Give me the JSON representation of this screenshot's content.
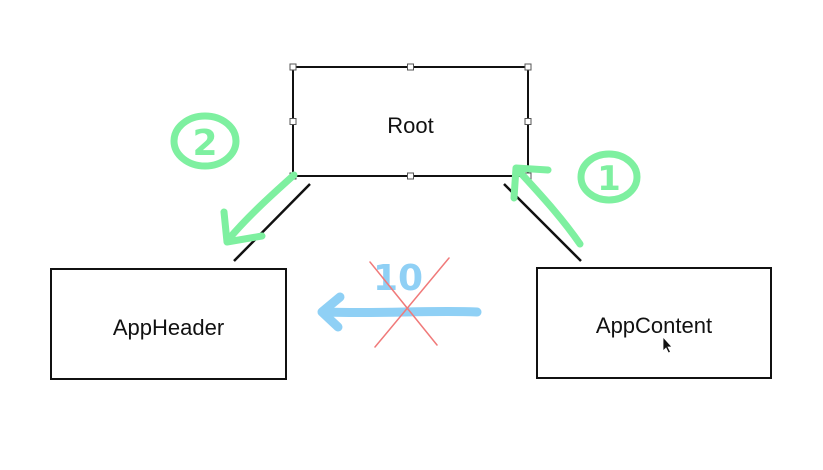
{
  "diagram": {
    "nodes": {
      "root": {
        "label": "Root"
      },
      "app_header": {
        "label": "AppHeader"
      },
      "app_content": {
        "label": "AppContent"
      }
    },
    "annotations": {
      "step_2": "2",
      "step_1": "1",
      "step_10": "10"
    }
  },
  "colors": {
    "ink": "#111111",
    "green_marker": "#7ef0a0",
    "blue_marker": "#8fd0f5",
    "red_cross": "#f07a7a",
    "handle_fill": "#ffffff",
    "handle_stroke": "#555555"
  },
  "icons": {
    "cursor": "mouse-pointer-icon"
  }
}
